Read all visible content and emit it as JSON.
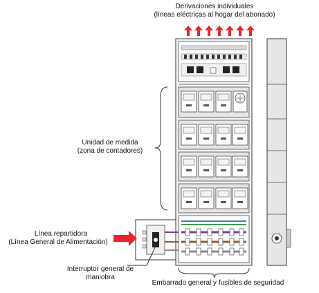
{
  "labels": {
    "derivaciones_title": "Derivaciones individuales",
    "derivaciones_sub": "(líneas eléctricas al hogar del abonado)",
    "unidad_medida": "Unidad de medida",
    "zona_contadores": "(zona de contadores)",
    "linea_repartidora": "Línea repartidora",
    "linea_general": "(Línea General de Alimentación)",
    "interruptor_1": "Interruptor general de",
    "interruptor_2": "maniobra",
    "embarrado": "Embarrado general y fusibles de seguridad"
  },
  "diagram": {
    "meter_rows": 4,
    "meters_per_row": 4,
    "output_arrows": 7,
    "colors": {
      "arrow_red": "#e8262b",
      "panel_grey": "#e6e6e6",
      "outline": "#333333",
      "wire_purple": "#7a3d8f",
      "wire_brown": "#8a5a2b",
      "wire_grey": "#888888",
      "wire_blue": "#3a7bbf",
      "wire_green": "#3c9b4a"
    },
    "icons": [
      "arrow-up-icon",
      "arrow-right-icon",
      "meter-icon",
      "fuse-icon",
      "switch-icon"
    ]
  }
}
